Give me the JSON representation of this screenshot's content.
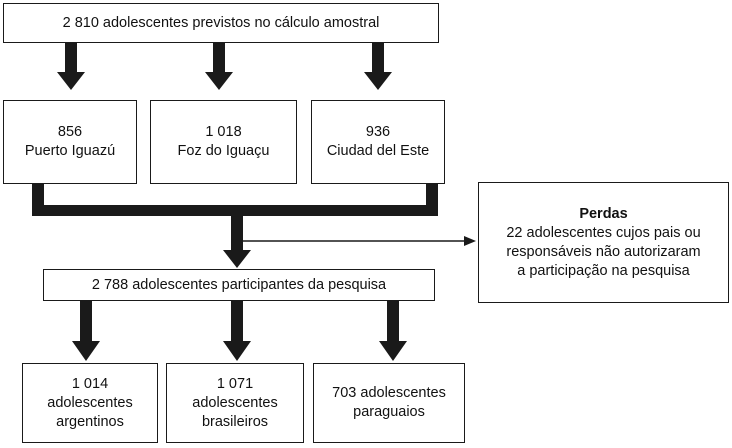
{
  "flow": {
    "top": {
      "line1": "2 810 adolescentes previstos no cálculo amostral"
    },
    "cities": [
      {
        "count": "856",
        "name": "Puerto Iguazú"
      },
      {
        "count": "1 018",
        "name": "Foz do Iguaçu"
      },
      {
        "count": "936",
        "name": "Ciudad del Este"
      }
    ],
    "losses": {
      "title": "Perdas",
      "lines": [
        "22 adolescentes cujos pais ou",
        "responsáveis não autorizaram",
        "a participação na pesquisa"
      ]
    },
    "participants": {
      "line1": "2 788 adolescentes participantes da pesquisa"
    },
    "groups": [
      {
        "lines": [
          "1 014",
          "adolescentes",
          "argentinos"
        ]
      },
      {
        "lines": [
          "1 071",
          "adolescentes",
          "brasileiros"
        ]
      },
      {
        "lines": [
          "703 adolescentes",
          "paraguaios"
        ]
      }
    ]
  },
  "colors": {
    "line": "#1a1a1a",
    "text": "#111111",
    "background": "#ffffff"
  }
}
